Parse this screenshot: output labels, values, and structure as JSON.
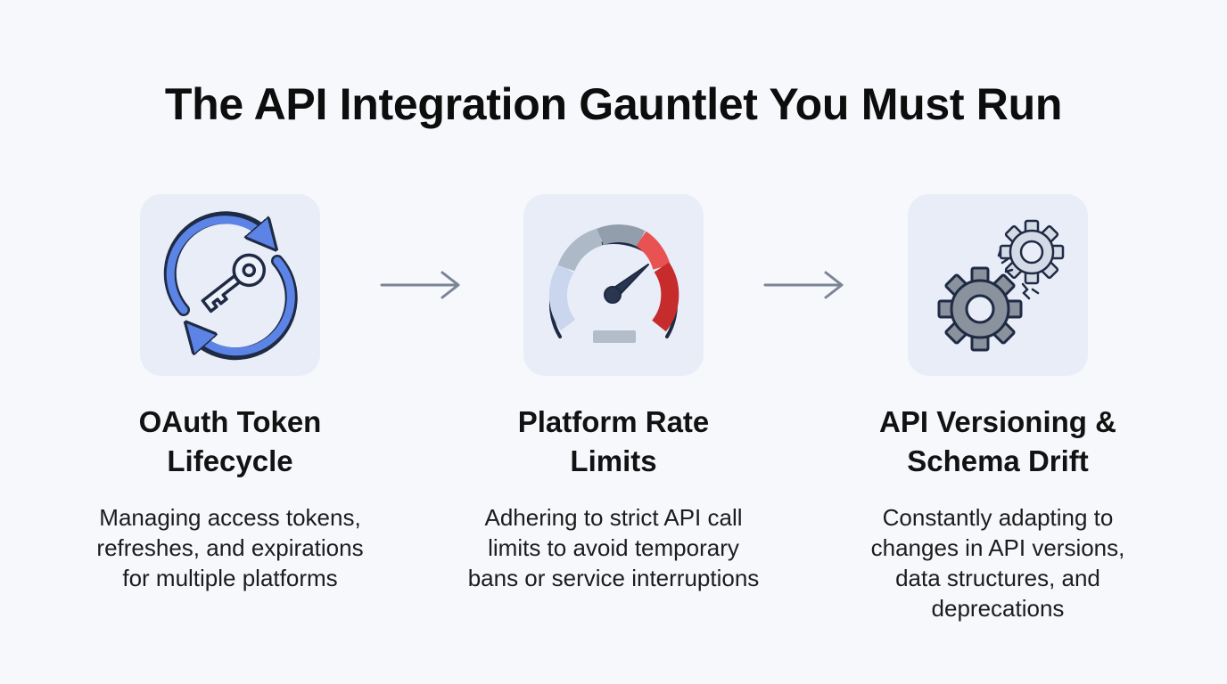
{
  "title": "The API Integration Gauntlet You Must Run",
  "steps": [
    {
      "icon": "key-refresh-icon",
      "title": "OAuth Token\nLifecycle",
      "description": "Managing access tokens,\nrefreshes, and expirations\nfor multiple platforms"
    },
    {
      "icon": "speedometer-icon",
      "title": "Platform Rate\nLimits",
      "description": "Adhering to strict API call\nlimits to avoid temporary\nbans or service interruptions"
    },
    {
      "icon": "broken-gears-icon",
      "title": "API Versioning &\nSchema Drift",
      "description": "Constantly adapting to\nchanges in API versions,\ndata structures, and\ndeprecations"
    }
  ],
  "connector_icon": "arrow-right-icon",
  "colors": {
    "background": "#f6f8fc",
    "icon_tile": "#e8edf8",
    "accent_blue": "#5b84e6",
    "danger_red": "#d93a3a",
    "arrow_gray": "#7b8594",
    "gear_gray": "#8a929e"
  }
}
